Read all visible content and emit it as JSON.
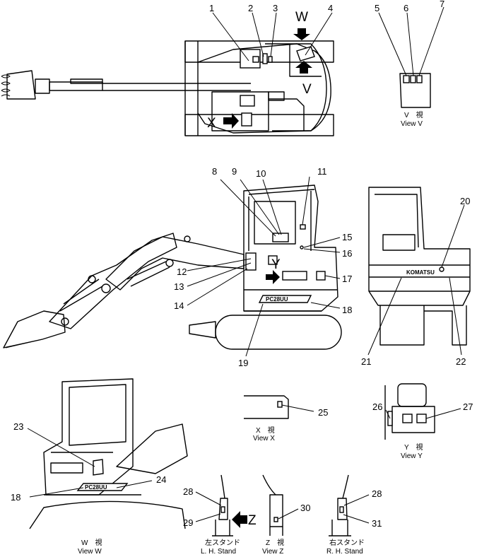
{
  "callouts": {
    "c1": "1",
    "c2": "2",
    "c3": "3",
    "c4": "4",
    "c5": "5",
    "c6": "6",
    "c7": "7",
    "c8": "8",
    "c9": "9",
    "c10": "10",
    "c11": "11",
    "c12": "12",
    "c13": "13",
    "c14": "14",
    "c15": "15",
    "c16": "16",
    "c17": "17",
    "c18a": "18",
    "c18b": "18",
    "c19": "19",
    "c20": "20",
    "c21": "21",
    "c22": "22",
    "c23": "23",
    "c24": "24",
    "c25": "25",
    "c26": "26",
    "c27": "27",
    "c28a": "28",
    "c28b": "28",
    "c29": "29",
    "c30": "30",
    "c31": "31"
  },
  "view_markers": {
    "w": "W",
    "v": "V",
    "x": "X",
    "y": "Y",
    "z": "Z"
  },
  "captions": {
    "view_v_jp": "V　視",
    "view_v_en": "View V",
    "view_x_jp": "X　視",
    "view_x_en": "View X",
    "view_y_jp": "Y　視",
    "view_y_en": "View Y",
    "view_w_jp": "W　視",
    "view_w_en": "View W",
    "view_z_jp": "Z　視",
    "view_z_en": "View Z",
    "lh_stand_jp": "左スタンド",
    "lh_stand_en": "L. H. Stand",
    "rh_stand_jp": "右スタンド",
    "rh_stand_en": "R. H. Stand"
  },
  "decals": {
    "model_side": "PC28UU",
    "model_rear": "PC28UU",
    "brand": "KOMATSU"
  }
}
